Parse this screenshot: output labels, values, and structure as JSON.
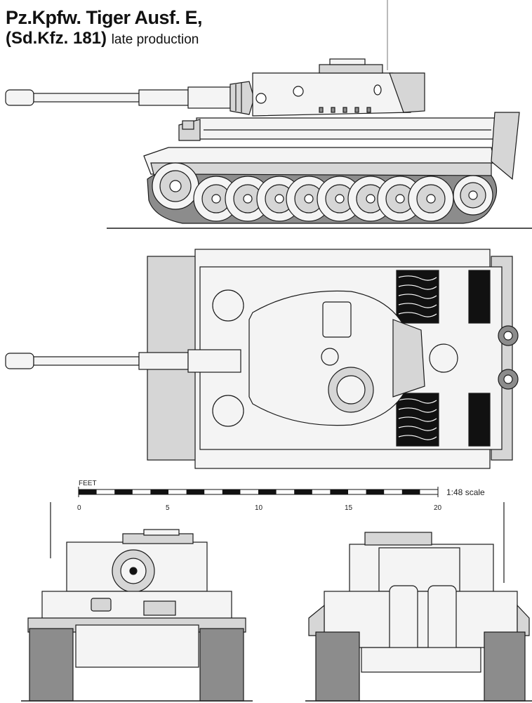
{
  "title": {
    "name": "Pz.Kpfw. Tiger Ausf. E,",
    "designation": "(Sd.Kfz. 181)",
    "variant": "late production"
  },
  "scale_bar": {
    "unit": "FEET",
    "ticks": [
      "0",
      "5",
      "10",
      "15",
      "20"
    ],
    "scale_label": "1:48 scale"
  },
  "colors": {
    "line": "#1a1a1a",
    "fill_light": "#f4f4f4",
    "fill_mid": "#d6d6d6",
    "fill_dark": "#8c8c8c",
    "grille": "#111111"
  }
}
